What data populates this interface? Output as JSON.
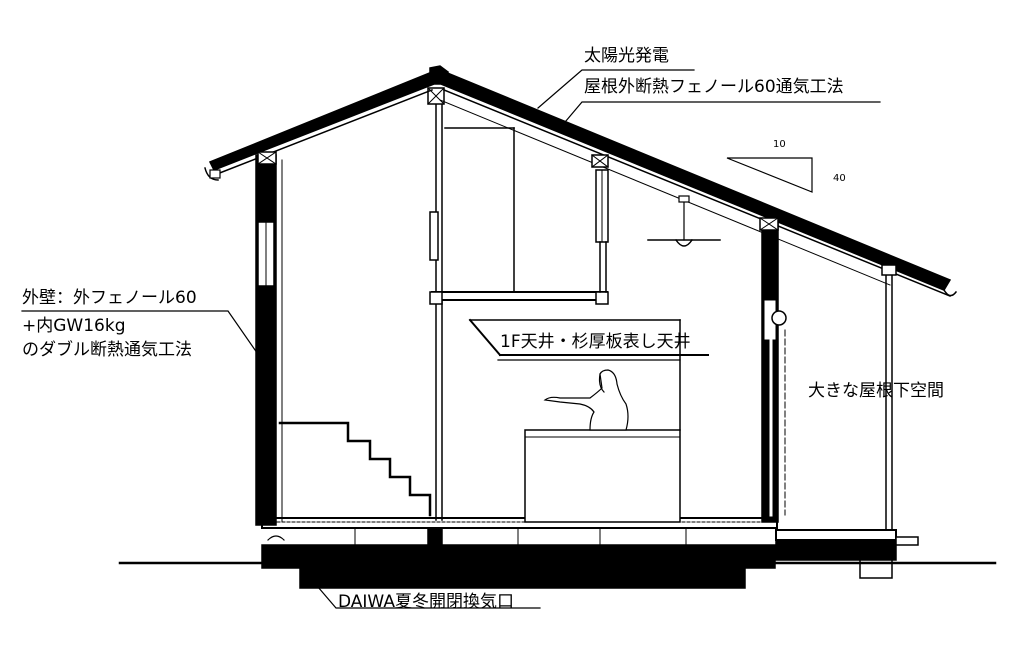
{
  "annotations": {
    "solar": "太陽光発電",
    "roof_insulation": "屋根外断熱フェノール60通気工法",
    "wall_line1": "外壁：外フェノール60",
    "wall_line2": "+内GW16kg",
    "wall_line3": "のダブル断熱通気工法",
    "ceiling": "1F天井・杉厚板表し天井",
    "under_roof_space": "大きな屋根下空間",
    "vent": "DAIWA夏冬開閉換気口"
  },
  "slope_symbol": {
    "rise": "10",
    "run": "40"
  },
  "colors": {
    "ink": "#000000",
    "background": "#ffffff"
  }
}
